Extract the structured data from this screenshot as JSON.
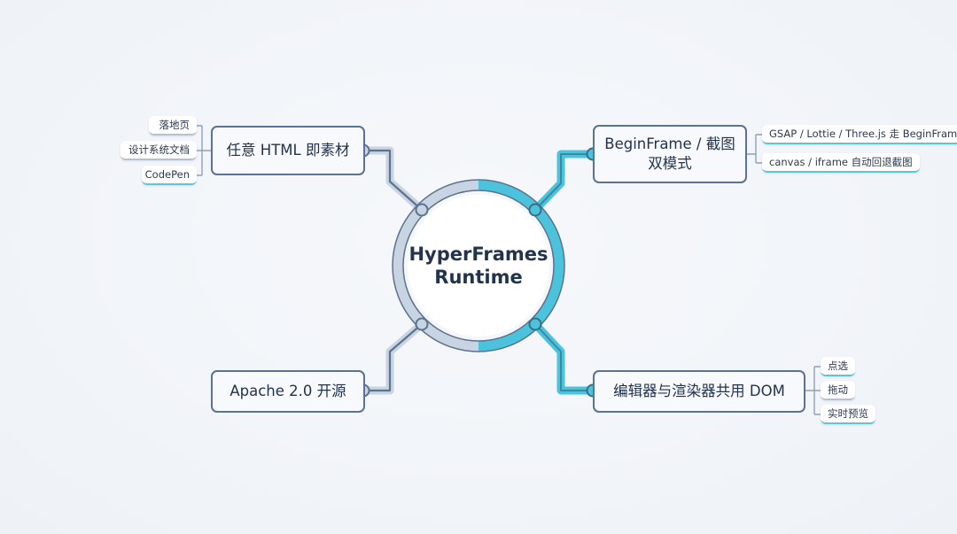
{
  "center": {
    "line1": "HyperFrames",
    "line2": "Runtime"
  },
  "branches": {
    "top_left": {
      "label": "任意 HTML 即素材",
      "children": [
        "落地页",
        "设计系统文档",
        "CodePen"
      ]
    },
    "top_right": {
      "label_line1": "BeginFrame / 截图",
      "label_line2": "双模式",
      "children": [
        "GSAP / Lottie / Three.js 走 BeginFrame",
        "canvas / iframe 自动回退截图"
      ]
    },
    "bottom_left": {
      "label": "Apache 2.0 开源",
      "children": []
    },
    "bottom_right": {
      "label": "编辑器与渲染器共用 DOM",
      "children": [
        "点选",
        "拖动",
        "实时预览"
      ]
    }
  },
  "colors": {
    "accent": "#4cc3dc",
    "muted": "#c9d4e2",
    "stroke": "#5b7290",
    "text": "#22344d"
  }
}
